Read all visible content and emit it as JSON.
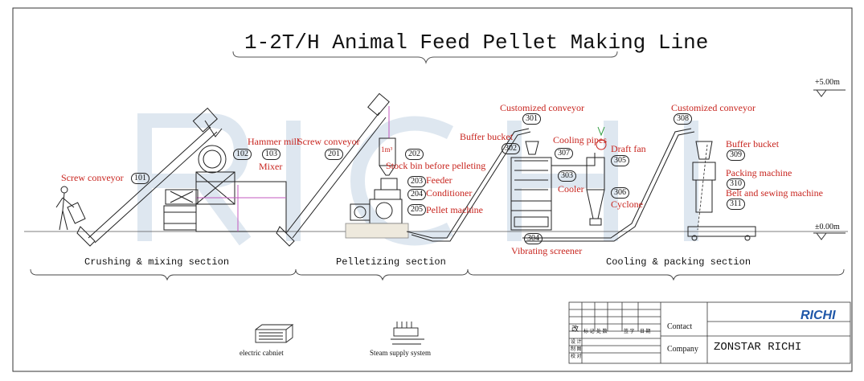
{
  "title": "1-2T/H Animal Feed Pellet Making Line",
  "watermark": "RICHI",
  "brand_logo": "RICHI",
  "colors": {
    "label_red": "#c8251f",
    "watermark": "#cfdbe8",
    "logo_blue": "#1f57a8",
    "logo_green": "#3aa457",
    "line": "#222222"
  },
  "elevations": {
    "top": "+5.00m",
    "ground": "±0.00m"
  },
  "sections": [
    "Crushing & mixing section",
    "Pelletizing section",
    "Cooling & packing section"
  ],
  "labels": {
    "screw_conveyor_101": "Screw conveyor",
    "n101": "101",
    "hammer_mill": "Hammer mill",
    "n102": "102",
    "n103": "103",
    "mixer": "Mixer",
    "screw_conveyor_201": "Screw conveyor",
    "n201": "201",
    "bin_volume": "1m³",
    "n202": "202",
    "stock_bin": "Stock bin before pelleting",
    "n203": "203",
    "feeder": "Feeder",
    "n204": "204",
    "conditioner": "Conditioner",
    "n205": "205",
    "pellet_machine": "Pellet machine",
    "customized_conveyor_301": "Customized conveyor",
    "n301": "301",
    "buffer_bucket_302": "Buffer bucket",
    "n302": "302",
    "cooling_pipes": "Cooling pipes",
    "n307": "307",
    "draft_fan": "Draft fan",
    "n305": "305",
    "n303": "303",
    "cooler": "Cooler",
    "n306": "306",
    "cyclone": "Cyclone",
    "n304": "304",
    "vibrating_screener": "Vibrating screener",
    "customized_conveyor_308": "Customized conveyor",
    "n308": "308",
    "buffer_bucket_309": "Buffer bucket",
    "n309": "309",
    "packing_machine": "Packing machine",
    "n310": "310",
    "belt_sewing": "Belt and sewing machine",
    "n311": "311"
  },
  "legend": {
    "electric_cabinet": "electric cabniet",
    "steam_supply": "Steam supply system"
  },
  "title_block": {
    "revision_mark": "改",
    "cols": [
      "标 记",
      "处 数",
      "签 字",
      "日 期"
    ],
    "rows": [
      "设 计",
      "制 图",
      "校 对"
    ],
    "contact_label": "Contact",
    "company_label": "Company",
    "company_value": "ZONSTAR RICHI"
  }
}
